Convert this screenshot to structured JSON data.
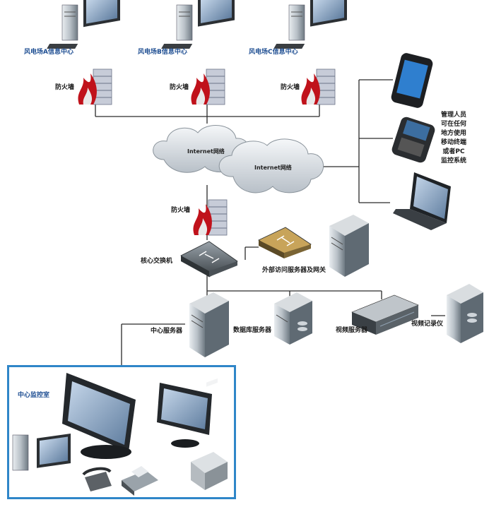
{
  "sites": [
    {
      "label": "风电场A信息中心"
    },
    {
      "label": "风电场B信息中心"
    },
    {
      "label": "风电场C信息中心"
    }
  ],
  "firewall_label": "防火墙",
  "cloud_labels": [
    "Internet网络",
    "Internet网络"
  ],
  "core_switch_label": "核心交换机",
  "external_server_label": "外部访问服务器及网关",
  "servers": {
    "central": "中心服务器",
    "database": "数据库服务器",
    "video": "视频服务器",
    "recorder": "视频记录仪"
  },
  "mobile_note": [
    "管理人员",
    "可在任何",
    "地方使用",
    "移动终端",
    "或者PC",
    "监控系统"
  ],
  "control_room_label": "中心监控室",
  "colors": {
    "accent_blue": "#2f86c8",
    "label_blue": "#1e4e92",
    "firewall_red": "#c0121b"
  }
}
